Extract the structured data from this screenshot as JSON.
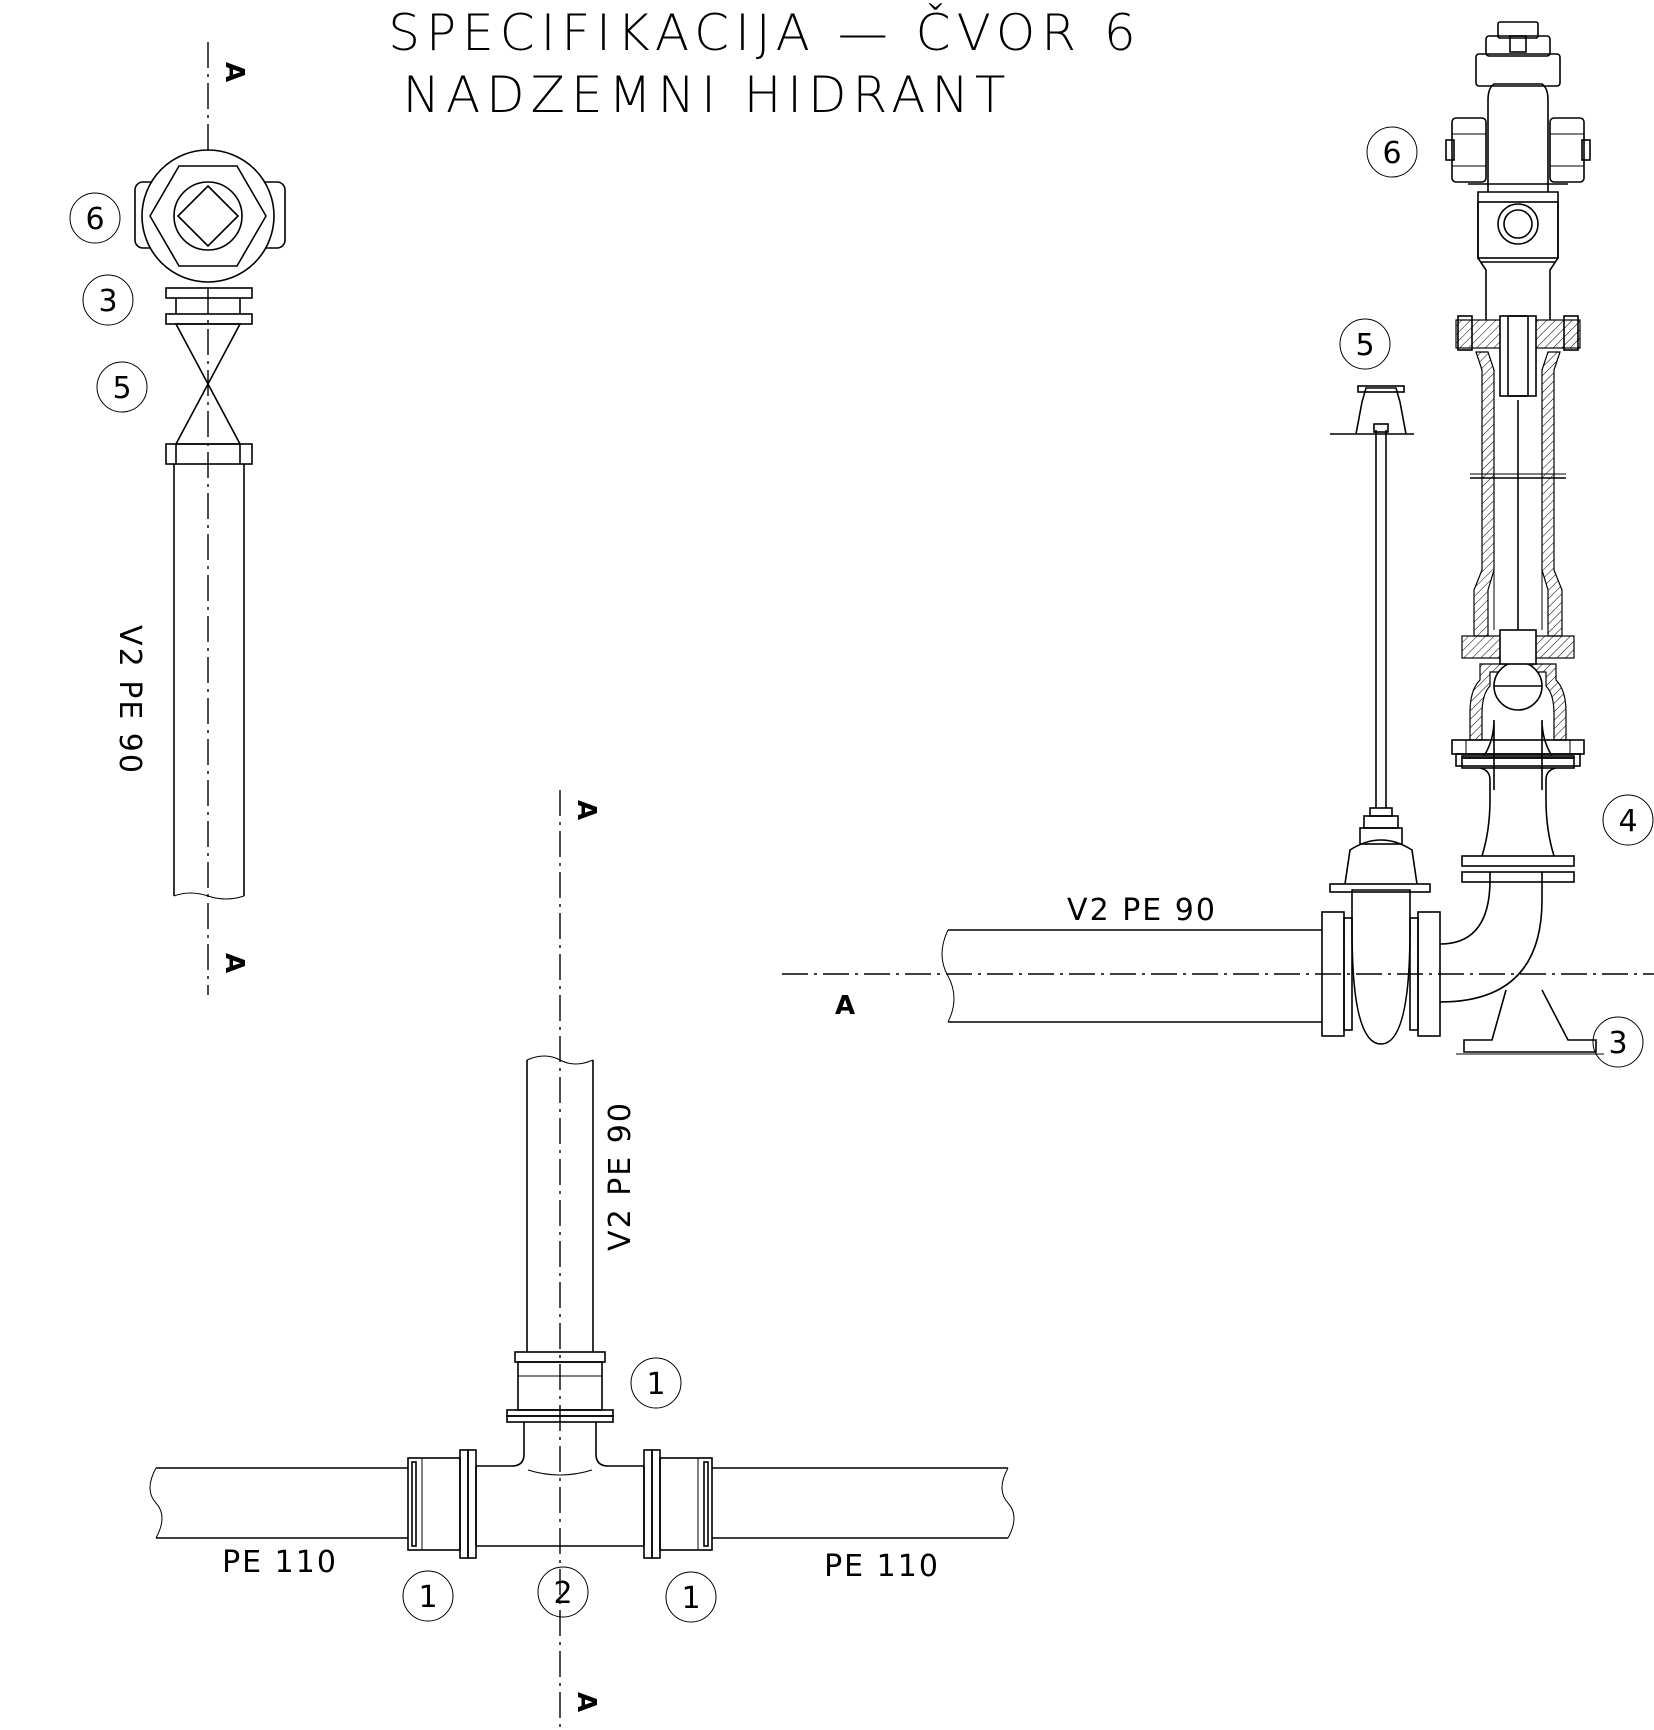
{
  "title": {
    "line1": "SPECIFIKACIJA —  ČVOR 6",
    "line2": "NADZEMNI HIDRANT"
  },
  "section_marker": "A",
  "labels": {
    "plan_pipe": "V2 PE 90",
    "elevation_pipe": "V2 PE 90",
    "tee_branch": "V2 PE 90",
    "main_left": "PE 110",
    "main_right": "PE 110"
  },
  "callouts": {
    "plan": [
      "6",
      "3",
      "5"
    ],
    "elevation": [
      "6",
      "5",
      "4",
      "3"
    ],
    "tee": [
      "1",
      "1",
      "2",
      "1"
    ]
  }
}
